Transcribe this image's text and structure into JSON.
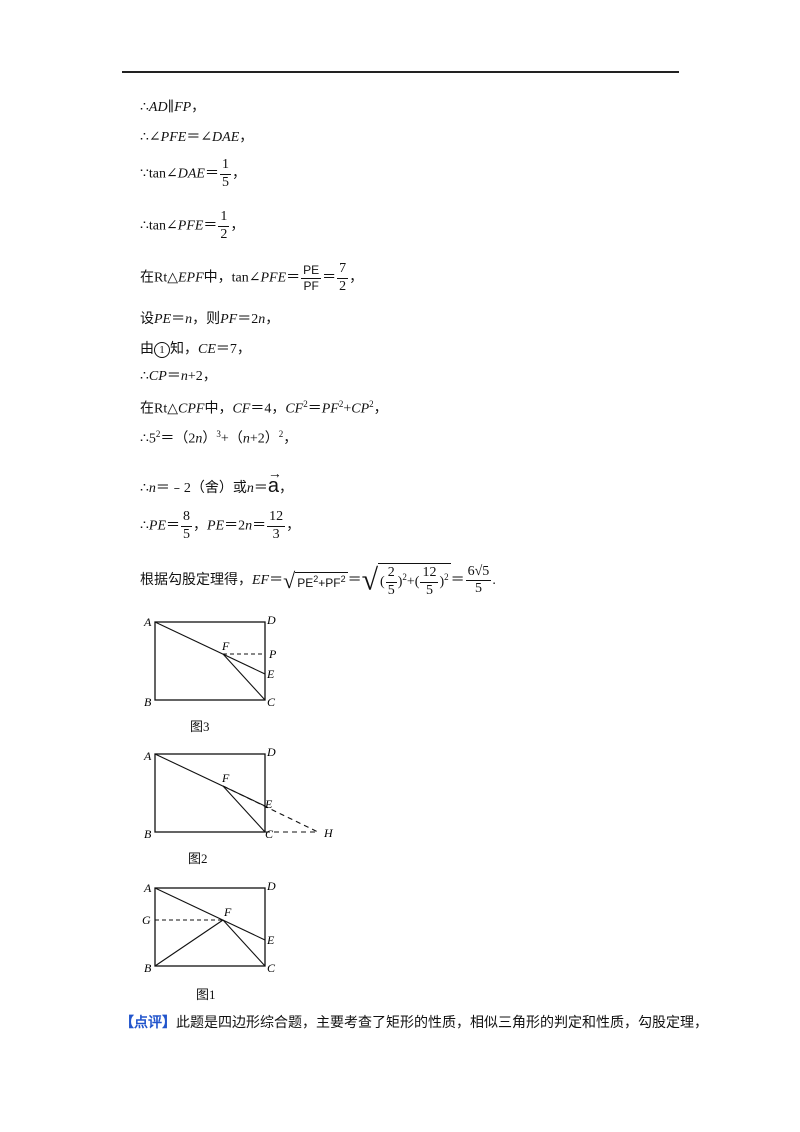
{
  "lines": {
    "l1": {
      "therefore": "∴",
      "a": "AD",
      "sep": "∥",
      "b": "FP",
      "end": "，"
    },
    "l2": {
      "therefore": "∴",
      "angle1": "∠",
      "a": "PFE",
      "eq": "＝",
      "angle2": "∠",
      "b": "DAE",
      "end": "，"
    },
    "l3": {
      "because": "∵",
      "fn": "tan∠",
      "a": "DAE",
      "eq": "＝",
      "num": "1",
      "den": "5",
      "end": "，"
    },
    "l4": {
      "therefore": "∴",
      "fn": "tan∠",
      "a": "PFE",
      "eq": "＝",
      "num": "1",
      "den": "2",
      "end": "，"
    },
    "l5": {
      "pre": "在Rt△",
      "tri": "EPF",
      "mid": "中，tan∠",
      "a": "PFE",
      "eq": "＝",
      "num1": "PE",
      "den1": "PF",
      "eq2": "＝",
      "num2": "7",
      "den2": "2",
      "end": "，"
    },
    "l6": {
      "pre": "设",
      "a": "PE",
      "eq": "＝",
      "b": "n",
      "mid": "，则",
      "c": "PF",
      "eq2": "＝2",
      "d": "n",
      "end": "，"
    },
    "l7": {
      "pre": "由",
      "circle": "1",
      "mid": "知，",
      "a": "CE",
      "val": "＝7，"
    },
    "l8": {
      "therefore": "∴",
      "a": "CP",
      "eq": "＝",
      "b": "n",
      "rest": "+2，"
    },
    "l9": {
      "pre": "在Rt△",
      "tri": "CPF",
      "mid": "中，",
      "a": "CF",
      "v1": "＝4，",
      "b": "CF",
      "sup1": "2",
      "eq": "＝",
      "c": "PF",
      "sup2": "2",
      "plus": "+",
      "d": "CP",
      "sup3": "2",
      "end": "，"
    },
    "l10": {
      "therefore": "∴5",
      "sup1": "2",
      "eq": "＝（2",
      "n1": "n",
      "c1": "）",
      "sup2": "3",
      "mid": "+（",
      "n2": "n",
      "c2": "+2）",
      "sup3": "2",
      "end": "，"
    },
    "l11": {
      "therefore": "∴",
      "a": "n",
      "mid": "＝﹣2（舍）或",
      "b": "n",
      "eq": "＝",
      "vec": "a",
      "arrow": "→",
      "end": "，"
    },
    "l12": {
      "therefore": "∴",
      "a": "PE",
      "eq": "＝",
      "num1": "8",
      "den1": "5",
      "sep": "，",
      "b": "PE",
      "eq2": "＝2",
      "c": "n",
      "eq3": "＝",
      "num2": "12",
      "den2": "3",
      "end": "，"
    },
    "l13": {
      "pre": "根据勾股定理得，",
      "a": "EF",
      "eq": "＝",
      "rad": "√",
      "inner1": "PE",
      "sup1": "2",
      "plus": "+PF",
      "sup2": "2",
      "eq2": "＝",
      "rad2": "√",
      "p1": "(",
      "n1": "2",
      "d1": "5",
      "p2": ")",
      "s1": "2",
      "plus2": "+(",
      "n2": "12",
      "d2": "5",
      "p3": ")",
      "s2": "2",
      "eq3": "＝",
      "n3": "6√5",
      "d3": "5",
      "end": "."
    }
  },
  "figures": [
    {
      "caption": "图3",
      "labels": {
        "A": "A",
        "B": "B",
        "C": "C",
        "D": "D",
        "E": "E",
        "F": "F",
        "P": "P"
      }
    },
    {
      "caption": "图2",
      "labels": {
        "A": "A",
        "B": "B",
        "C": "C",
        "D": "D",
        "E": "E",
        "F": "F",
        "H": "H"
      }
    },
    {
      "caption": "图1",
      "labels": {
        "A": "A",
        "B": "B",
        "C": "C",
        "D": "D",
        "E": "E",
        "F": "F",
        "G": "G"
      }
    }
  ],
  "comment": {
    "tag": "【点评】",
    "text": "此题是四边形综合题，主要考查了矩形的性质，相似三角形的判定和性质，勾股定理，"
  },
  "colors": {
    "tag": "#2255cc"
  }
}
